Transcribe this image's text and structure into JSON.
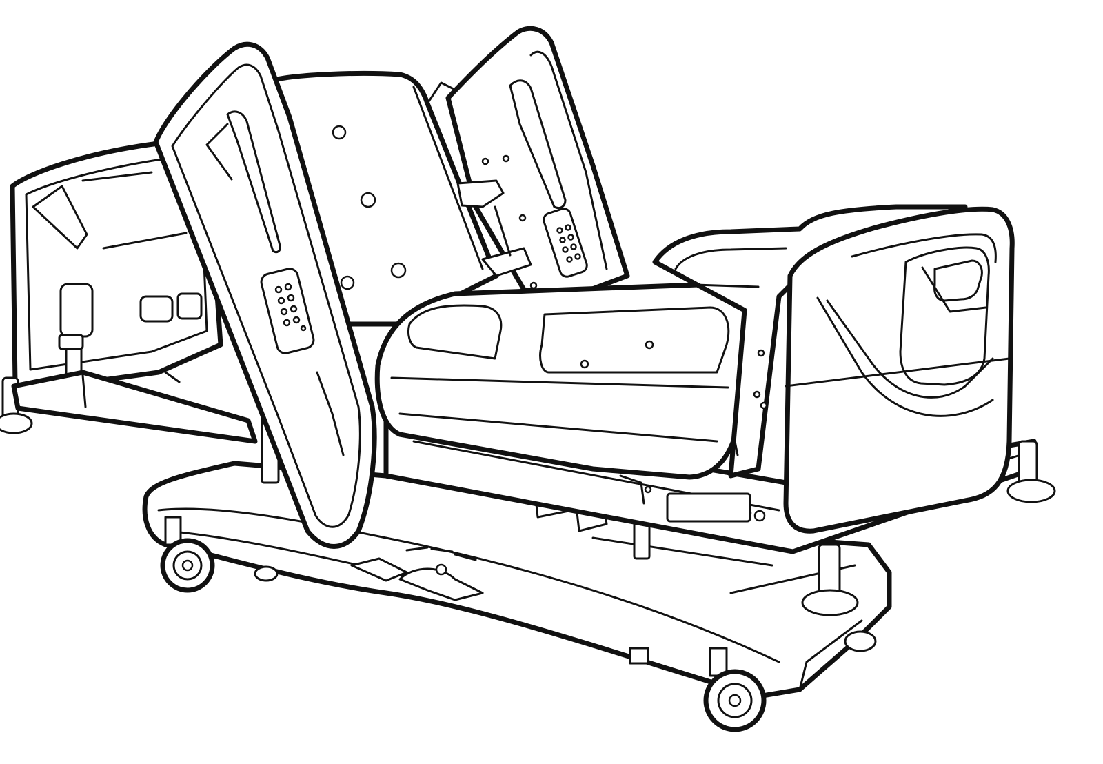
{
  "colors": {
    "background": "#ffffff",
    "line": "#111111"
  },
  "parts": {
    "head_board": "bed-head-board",
    "foot_board": "bed-foot-board",
    "back_rest": "bed-back-rest",
    "side_rail_left": "bed-side-rail-left",
    "side_rail_right": "bed-side-rail-right",
    "seat_section": "bed-seat-section",
    "base_frame": "bed-base-frame",
    "casters": "bed-caster-wheels",
    "pedal": "bed-brake-pedal",
    "control_keypads": "bed-rail-keypads"
  }
}
